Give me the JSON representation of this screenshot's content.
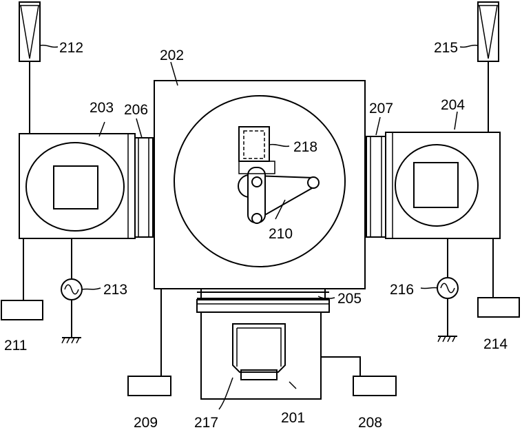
{
  "labels": {
    "l201": "201",
    "l202": "202",
    "l203": "203",
    "l204": "204",
    "l205": "205",
    "l206": "206",
    "l207": "207",
    "l208": "208",
    "l209": "209",
    "l210": "210",
    "l211": "211",
    "l212": "212",
    "l213": "213",
    "l214": "214",
    "l215": "215",
    "l216": "216",
    "l217": "217",
    "l218": "218"
  }
}
